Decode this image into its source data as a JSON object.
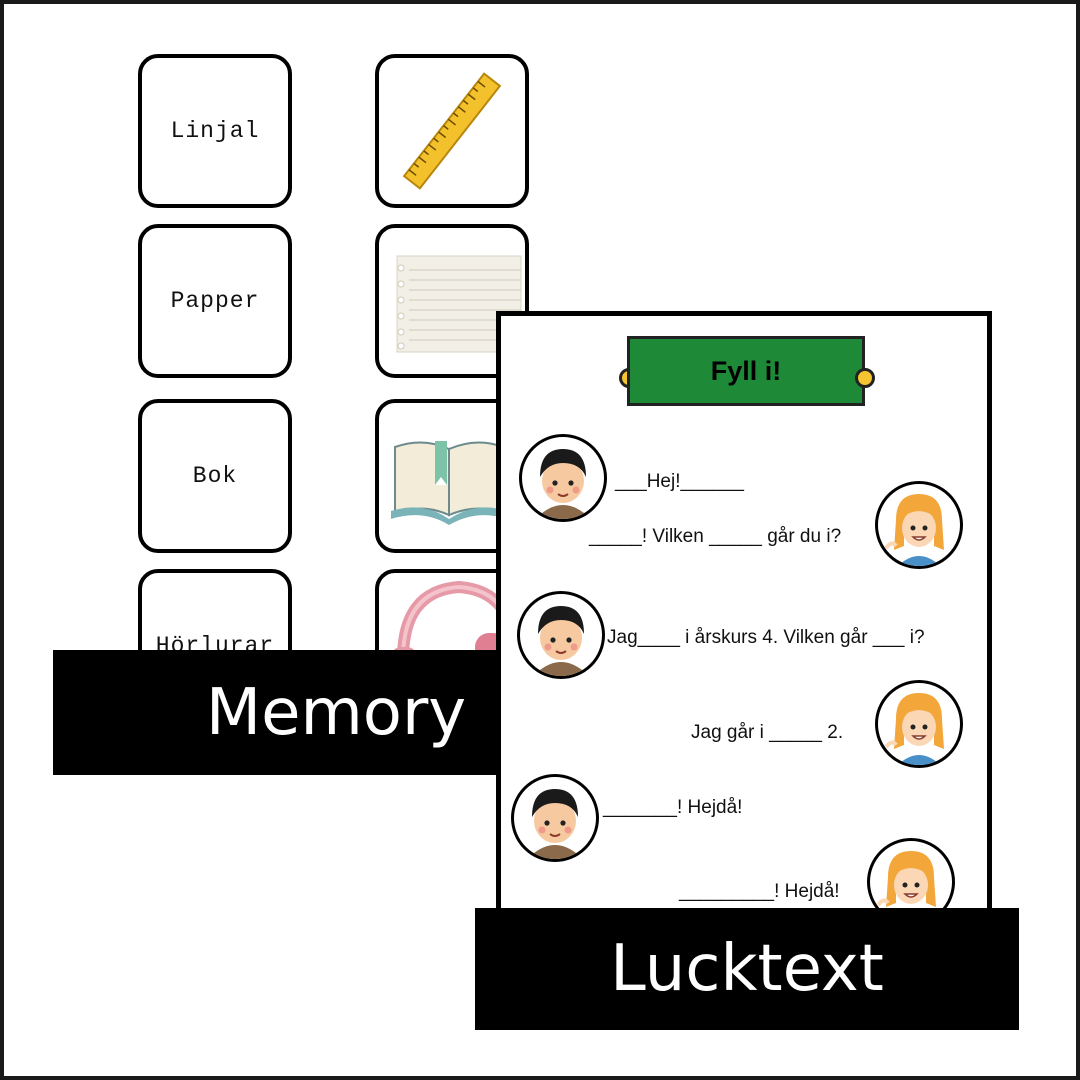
{
  "memory": {
    "word_cards": [
      {
        "label": "Linjal"
      },
      {
        "label": "Papper"
      },
      {
        "label": "Bok"
      },
      {
        "label": "Hörlurar"
      }
    ],
    "picture_cards": [
      {
        "icon": "ruler-icon"
      },
      {
        "icon": "notebook-paper-icon"
      },
      {
        "icon": "open-book-icon"
      },
      {
        "icon": "headphones-icon"
      }
    ],
    "banner_label": "Memory"
  },
  "worksheet": {
    "title": "Fyll i!",
    "dialogue": [
      {
        "speaker": "boy",
        "text": "___Hej!______"
      },
      {
        "speaker": "girl",
        "text": "_____! Vilken _____ går du i?"
      },
      {
        "speaker": "boy",
        "text": "Jag____ i årskurs 4. Vilken går ___ i?"
      },
      {
        "speaker": "girl",
        "text": "Jag går i _____ 2."
      },
      {
        "speaker": "boy",
        "text": "_______! Hejdå!"
      },
      {
        "speaker": "girl",
        "text": "_________! Hejdå!"
      }
    ],
    "banner_label": "Lucktext"
  },
  "colors": {
    "sign_green": "#1e8a37",
    "ruler_yellow": "#f3c12b",
    "bookmark_teal": "#7cc3a7",
    "headphone_pink": "#e69aa8"
  }
}
